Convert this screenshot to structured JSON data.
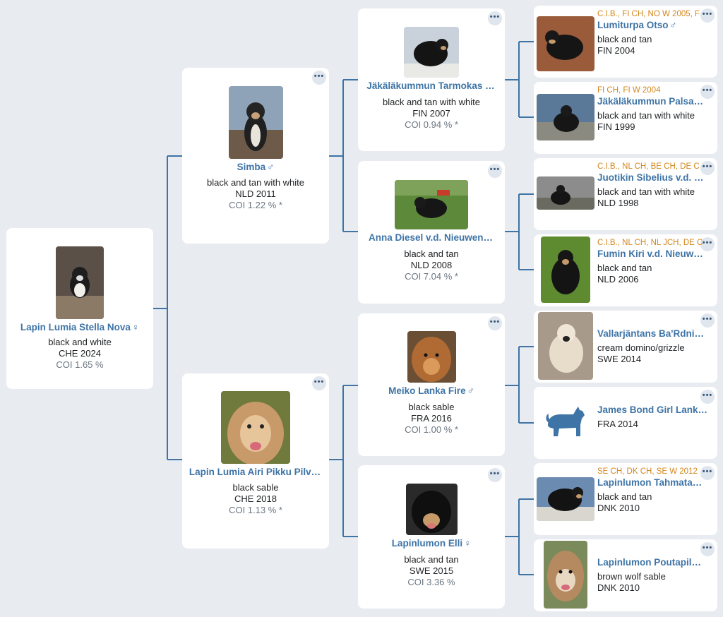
{
  "subject": {
    "name": "Lapin Lumia Stella Nova",
    "sex": "♀",
    "color": "black and white",
    "origin": "CHE 2024",
    "coi": "COI 1.65 %"
  },
  "parents": [
    {
      "name": "Simba",
      "sex": "♂",
      "color": "black and tan with white",
      "origin": "NLD 2011",
      "coi": "COI 1.22 % *"
    },
    {
      "name": "Lapin Lumia Airi Pikku Pilv…",
      "sex": "",
      "color": "black sable",
      "origin": "CHE 2018",
      "coi": "COI 1.13 % *"
    }
  ],
  "grandparents": [
    {
      "name": "Jäkäläkummun Tarmokas …",
      "sex": "",
      "color": "black and tan with white",
      "origin": "FIN 2007",
      "coi": "COI 0.94 % *"
    },
    {
      "name": "Anna Diesel v.d. Nieuwen…",
      "sex": "",
      "color": "black and tan",
      "origin": "NLD 2008",
      "coi": "COI 7.04 % *"
    },
    {
      "name": "Meiko Lanka Fire",
      "sex": "♂",
      "color": "black sable",
      "origin": "FRA 2016",
      "coi": "COI 1.00 % *"
    },
    {
      "name": "Lapinlumon Elli",
      "sex": "♀",
      "color": "black and tan",
      "origin": "SWE 2015",
      "coi": "COI 3.36 %"
    }
  ],
  "great_grandparents": [
    {
      "titles": "C.I.B., FI CH, NO W 2005, F",
      "name": "Lumiturpa Otso",
      "sex": "♂",
      "color": "black and tan",
      "origin": "FIN 2004"
    },
    {
      "titles": "FI CH, FI W 2004",
      "name": "Jäkäläkummun Palsa…",
      "sex": "",
      "color": "black and tan with white",
      "origin": "FIN 1999"
    },
    {
      "titles": "C.I.B., NL CH, BE CH, DE C",
      "name": "Juotikin Sibelius v.d. …",
      "sex": "",
      "color": "black and tan with white",
      "origin": "NLD 1998"
    },
    {
      "titles": "C.I.B., NL CH, NL JCH, DE C",
      "name": "Fumin Kiri v.d. Nieuw…",
      "sex": "",
      "color": "black and tan",
      "origin": "NLD 2006"
    },
    {
      "titles": "",
      "name": "Vallarjäntans Ba'Rdni…",
      "sex": "",
      "color": "cream domino/grizzle",
      "origin": "SWE 2014"
    },
    {
      "titles": "",
      "name": "James Bond Girl Lank…",
      "sex": "",
      "color": "",
      "origin": "FRA 2014"
    },
    {
      "titles": "SE CH, DK CH, SE W 2012",
      "name": "Lapinlumon Tahmata…",
      "sex": "",
      "color": "black and tan",
      "origin": "DNK 2010"
    },
    {
      "titles": "",
      "name": "Lapinlumon Poutapil…",
      "sex": "",
      "color": "brown wolf sable",
      "origin": "DNK 2010"
    }
  ],
  "menu_label": "•••",
  "colors": {
    "accent": "#3e74a6",
    "titles": "#d4861c",
    "connector": "#3e74a6",
    "background": "#e8ebef"
  }
}
